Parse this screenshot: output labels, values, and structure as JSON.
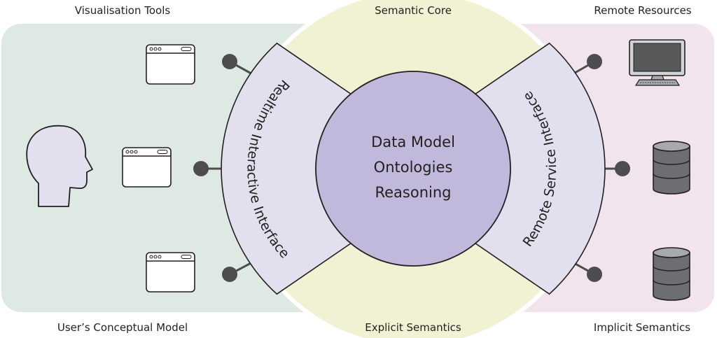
{
  "captions": {
    "top_left": "Visualisation Tools",
    "top_center": "Semantic Core",
    "top_right": "Remote Resources",
    "bottom_left": "User’s Conceptual Model",
    "bottom_center": "Explicit Semantics",
    "bottom_right": "Implicit Semantics"
  },
  "core": {
    "line1": "Data Model",
    "line2": "Ontologies",
    "line3": "Reasoning"
  },
  "interfaces": {
    "left": "Realtime Interactive Interface",
    "right": "Remote Service Interface"
  },
  "colors": {
    "left_panel": "#dde9e2",
    "right_panel": "#f1e4ec",
    "semantic_ring": "#f1f1d3",
    "core": "#c0b9dc",
    "interface_band": "#e2e0ee",
    "stroke": "#231f20",
    "node": "#4d4d4f",
    "device": "#6d6e71"
  },
  "icons": {
    "user": "head-profile-icon",
    "tools": "application-window-icon",
    "computer": "desktop-computer-icon",
    "database": "database-icon"
  }
}
